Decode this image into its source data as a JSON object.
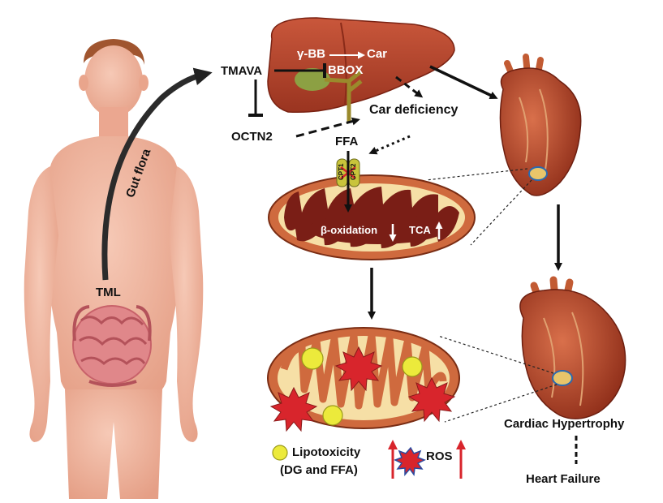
{
  "labels": {
    "tml": "TML",
    "gut_flora": "Gut flora",
    "tmava": "TMAVA",
    "octn2": "OCTN2",
    "gamma_bb": "γ-BB",
    "car": "Car",
    "bbox": "BBOX",
    "car_deficiency": "Car deficiency",
    "ffa": "FFA",
    "cpt1": "CPT1",
    "cpt2": "CPT2",
    "beta_oxidation": "β-oxidation",
    "tca": "TCA",
    "lipotoxicity": "Lipotoxicity",
    "dg_ffa": "(DG and FFA)",
    "ros": "ROS",
    "cardiac_hypertrophy": "Cardiac Hypertrophy",
    "heart_failure": "Heart Failure"
  },
  "colors": {
    "skin": "#f1b39e",
    "liver": "#b5432c",
    "mito_outer": "#cf6a3e",
    "mito_inner": "#f6dfa6",
    "matrix": "#7a1e16",
    "heart": "#b04a2a",
    "lipid": "#ecea3b",
    "ros": "#d8252c",
    "up_arrow": "#d8252c"
  }
}
